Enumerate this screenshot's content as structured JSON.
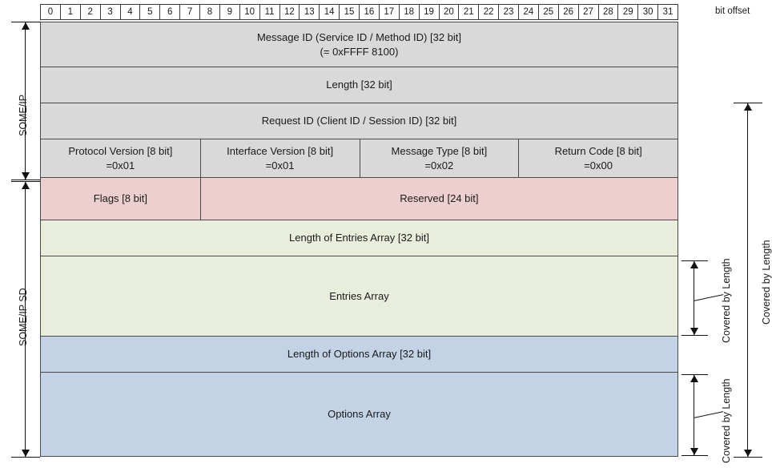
{
  "ruler": {
    "bits": [
      "0",
      "1",
      "2",
      "3",
      "4",
      "5",
      "6",
      "7",
      "8",
      "9",
      "10",
      "11",
      "12",
      "13",
      "14",
      "15",
      "16",
      "17",
      "18",
      "19",
      "20",
      "21",
      "22",
      "23",
      "24",
      "25",
      "26",
      "27",
      "28",
      "29",
      "30",
      "31"
    ],
    "offset_label": "bit offset"
  },
  "left_brackets": [
    {
      "label": "SOME/IP"
    },
    {
      "label": "SOME/IP SD"
    }
  ],
  "right_brackets": [
    {
      "label": "Covered by Length"
    },
    {
      "label": "Covered by Length"
    },
    {
      "label": "Covered by Length"
    }
  ],
  "rows": {
    "message_id": {
      "title": "Message ID (Service ID / Method ID) [32 bit]",
      "value": "(= 0xFFFF 8100)"
    },
    "length": {
      "title": "Length [32 bit]"
    },
    "request_id": {
      "title": "Request ID (Client ID / Session ID) [32 bit]"
    },
    "version_row": [
      {
        "title": "Protocol Version [8 bit]",
        "value": "=0x01"
      },
      {
        "title": "Interface Version [8 bit]",
        "value": "=0x01"
      },
      {
        "title": "Message Type [8 bit]",
        "value": "=0x02"
      },
      {
        "title": "Return Code [8 bit]",
        "value": "=0x00"
      }
    ],
    "flags_row": [
      {
        "title": "Flags [8 bit]"
      },
      {
        "title": "Reserved [24 bit]"
      }
    ],
    "length_of_entries": {
      "title": "Length of Entries Array  [32 bit]"
    },
    "entries_array": {
      "title": "Entries Array"
    },
    "length_of_options": {
      "title": "Length of Options Array  [32 bit]"
    },
    "options_array": {
      "title": "Options Array"
    }
  },
  "colors": {
    "someip": "#d9d9d9",
    "flags": "#edcfcf",
    "entries": "#e8eedb",
    "options": "#c3d3e5",
    "border": "#4a4a4a"
  }
}
